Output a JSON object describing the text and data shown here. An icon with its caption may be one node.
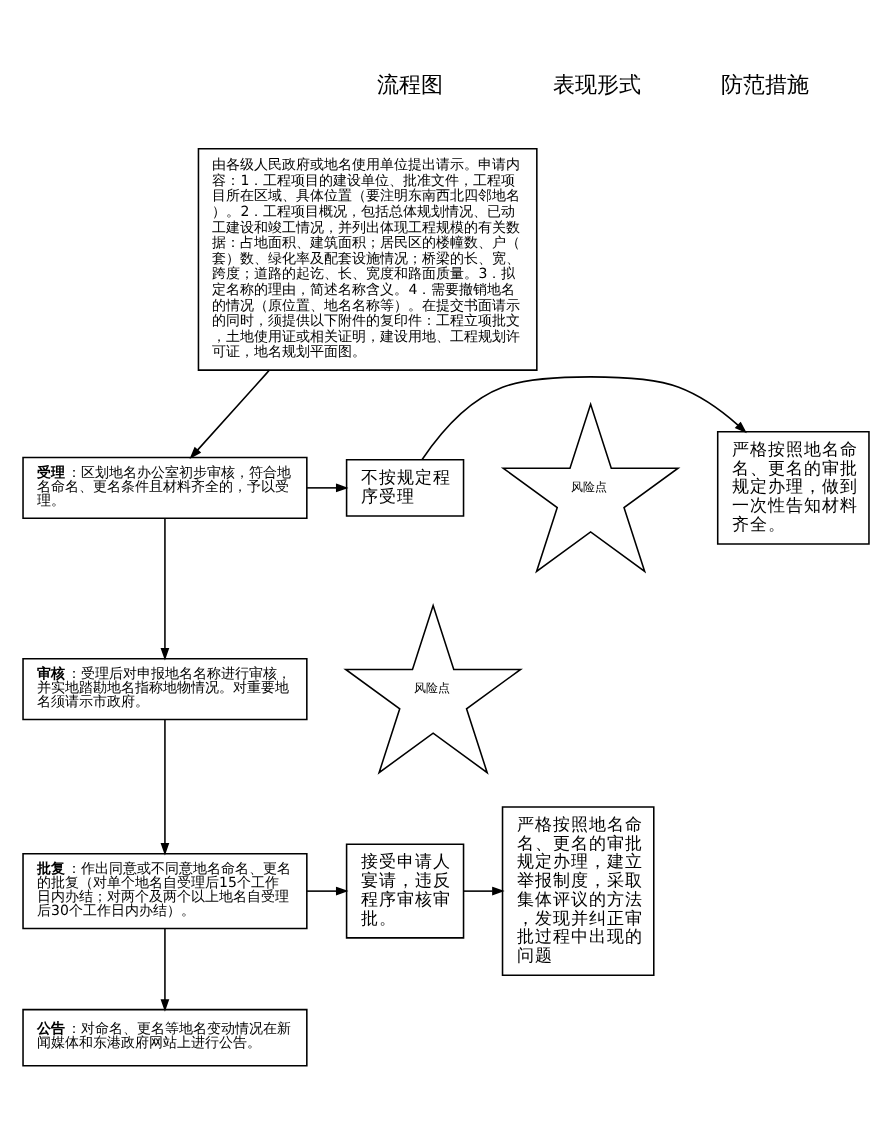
{
  "diagram": {
    "nodes": [
      {
        "text": [
          "由各级人民政府或地名使用单位提出请示。申请内容：1．工程项目的建设单位、批准文件，工程项目所在区域、具体位置（要注明东南西北四邻地名）。2．工程项目概况，包括总体规划情况、已动工建设和竣工情况，并列出体现工程规模的有关数据：占地面积、建筑面积；居民区的楼幢数、户（套）数、绿化率及配套设施情况；桥梁的长、宽、跨度；道路的起讫、长、宽度和路面质量。3．拟定名称的理由，简述名称含义。4．需要撤销地名的情况（原位置、地名名称等）。在提交书面请示的同时，须提供以下附件的复印件：工程立项批文，土地使用证或相关证明，建设用地、工程规划许可证，地名规划平面图。"
        ]
      },
      {
        "text": [
          "风险点"
        ]
      },
      {
        "text": [
          "**受理**：区划地名办公室初步审核，符合地名命名、更名条件且材料齐全的，予以受理。"
        ]
      },
      {
        "text": [
          "不按规定程序受理"
        ]
      },
      {
        "text": [
          "严格按照地名命名、更名的审批规定办理，做到一次性告知材料齐全。"
        ]
      },
      {
        "text": [
          "**审核**：受理后对申报地名名称进行审核，并实地踏勘地名指称地物情况。对重要地名须请示市政府。"
        ]
      },
      {
        "text": [
          "风险点"
        ]
      },
      {
        "text": [
          "**批复**：作出同意或不同意地名命名、更名的批复（对单个地名自受理后15个工作日内办结；对两个及两个以上地名自受理后30个工作日内办结）。"
        ]
      },
      {
        "text": [
          "接受申请人宴请，违反程序审核审批。"
        ]
      },
      {
        "text": [
          "严格按照地名命名、更名的审批规定办理，建立举报制度，采取集体评议的方法，发现并纠正审批过程中出现的问题"
        ]
      },
      {
        "text": [
          "**公告**：对命名、更名等地名变动情况在新闻媒体和东港政府网站上进行公告。"
        ]
      }
    ],
    "edges": [
      {
        "from": 0,
        "to": 2,
        "arrow": "to"
      },
      {
        "from": 2,
        "to": 3,
        "arrow": "to"
      },
      {
        "from": 3,
        "to": 4,
        "arrow": "to"
      },
      {
        "from": 2,
        "to": 5,
        "arrow": "to"
      },
      {
        "from": 5,
        "to": 7,
        "arrow": "to"
      },
      {
        "from": 7,
        "to": 8,
        "arrow": "to"
      },
      {
        "from": 8,
        "to": 9,
        "arrow": "to"
      },
      {
        "from": 7,
        "to": 10,
        "arrow": "to"
      }
    ],
    "labels": [
      "流程图",
      "表现形式",
      "防范措施"
    ]
  }
}
